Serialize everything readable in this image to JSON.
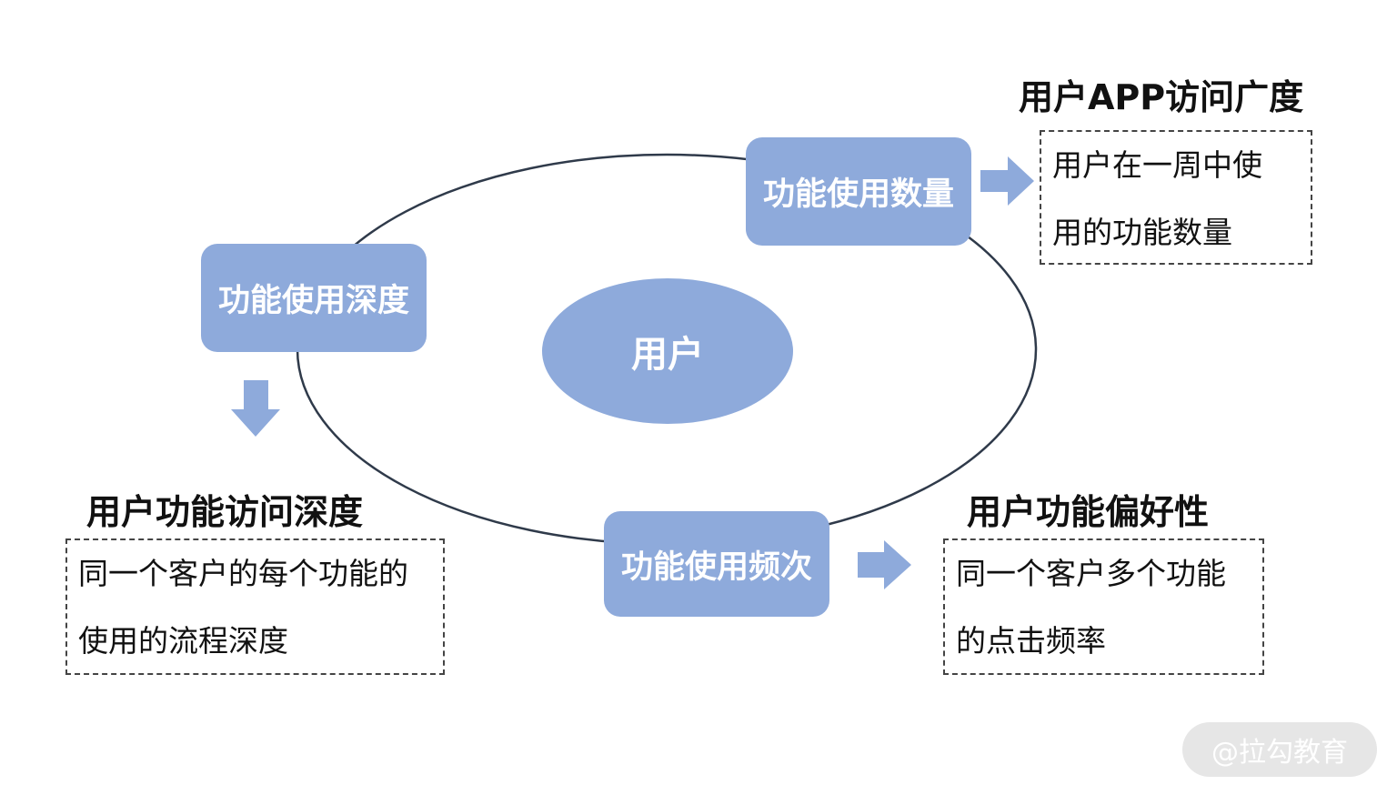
{
  "center": {
    "label": "用户"
  },
  "nodes": {
    "count": {
      "label": "功能使用数量"
    },
    "depth": {
      "label": "功能使用深度"
    },
    "frequency": {
      "label": "功能使用频次"
    }
  },
  "outcomes": {
    "breadth": {
      "title": "用户APP访问广度",
      "lines": [
        "用户在一周中使",
        "用的功能数量"
      ]
    },
    "visit_depth": {
      "title": "用户功能访问深度",
      "lines": [
        "同一个客户的每个功能的",
        "使用的流程深度"
      ]
    },
    "preference": {
      "title": "用户功能偏好性",
      "lines": [
        "同一个客户多个功能",
        "的点击频率"
      ]
    }
  },
  "watermark": "@拉勾教育",
  "colors": {
    "node_fill": "#8eaadb",
    "arrow_fill": "#8eaadb",
    "ring_stroke": "#2f3a4a",
    "text": "#111111"
  }
}
